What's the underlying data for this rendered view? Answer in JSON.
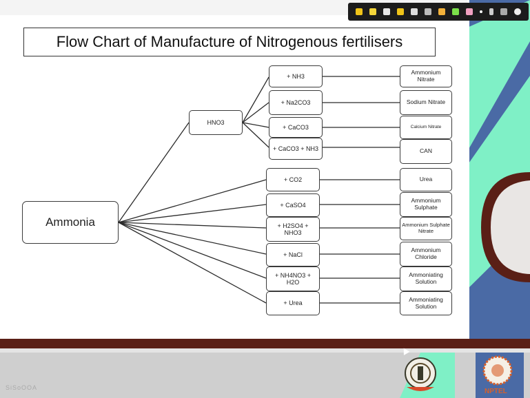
{
  "title": "Flow Chart of Manufacture of Nitrogenous fertilisers",
  "root": "Ammonia",
  "hno3": "HNO3",
  "hno3_branches": [
    {
      "reagent": "+ NH3",
      "product": "Ammonium Nitrate"
    },
    {
      "reagent": "+ Na2CO3",
      "product": "Sodium Nitrate"
    },
    {
      "reagent": "+ CaCO3",
      "product": "Calcium Nitrate"
    },
    {
      "reagent": "+ CaCO3 + NH3",
      "product": "CAN"
    }
  ],
  "ammonia_branches": [
    {
      "reagent": "+ CO2",
      "product": "Urea"
    },
    {
      "reagent": "+ CaSO4",
      "product": "Ammonium Sulphate"
    },
    {
      "reagent": "+ H2SO4 + NHO3",
      "product": "Ammonium Sulphate Nitrate"
    },
    {
      "reagent": "+ NaCl",
      "product": "Ammonium Chloride"
    },
    {
      "reagent": "+ NH4NO3 + H2O",
      "product": "Ammoniating Solution"
    },
    {
      "reagent": "+ Urea",
      "product": "Ammoniating Solution"
    }
  ],
  "footer": {
    "left_text": "SiSoOOA",
    "right_logo_text": "NPTEL"
  },
  "colors": {
    "accent_teal": "#7ff0c6",
    "slide_blue": "#4a6aa5",
    "bar_dark": "#5a1f16",
    "bar_gray": "#cfcfcf"
  },
  "toolbar_icons": [
    "arrow-icon",
    "highlighter-icon",
    "pen-icon",
    "arrow-icon",
    "pointer-icon",
    "eraser-icon",
    "marker-icon",
    "marker-icon",
    "eraser-icon",
    "dot-icon",
    "pointer-icon",
    "undo-icon",
    "close-icon"
  ]
}
